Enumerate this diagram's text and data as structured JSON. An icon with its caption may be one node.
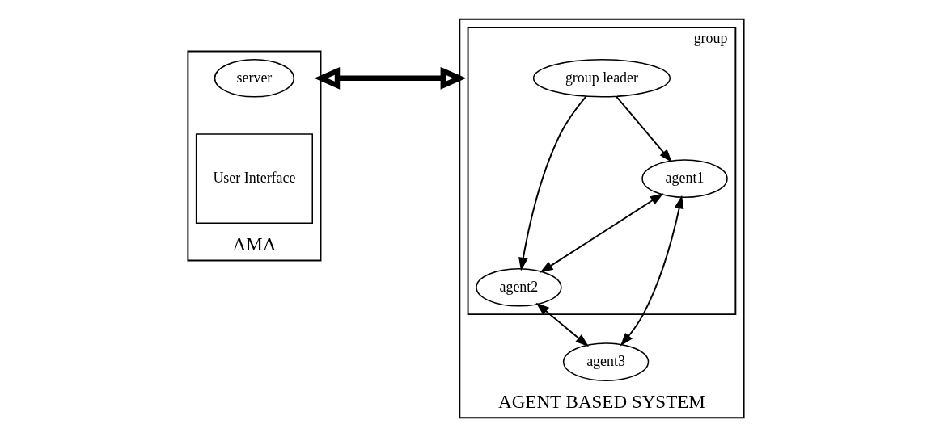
{
  "diagram": {
    "nodes": [
      {
        "text": [
          "AMA"
        ]
      },
      {
        "text": [
          "server"
        ],
        "in": 0
      },
      {
        "text": [
          "User Interface"
        ],
        "in": 0
      },
      {
        "text": [
          "AGENT BASED SYSTEM"
        ]
      },
      {
        "text": [
          "group"
        ],
        "in": 3
      },
      {
        "text": [
          "group leader"
        ],
        "in": 4
      },
      {
        "text": [
          "agent2"
        ],
        "in": 4
      },
      {
        "text": [
          "agent1"
        ],
        "in": 4
      },
      {
        "text": [
          "agent3"
        ],
        "in": 3
      }
    ],
    "edges": [
      {
        "from": 0,
        "to": 3,
        "arrow": "both",
        "style": "thick"
      },
      {
        "from": 5,
        "to": 7,
        "arrow": "to"
      },
      {
        "from": 5,
        "to": 6,
        "arrow": "to"
      },
      {
        "from": 7,
        "to": 6,
        "arrow": "both"
      },
      {
        "from": 6,
        "to": 8,
        "arrow": "both"
      },
      {
        "from": 7,
        "to": 8,
        "arrow": "both"
      }
    ]
  }
}
